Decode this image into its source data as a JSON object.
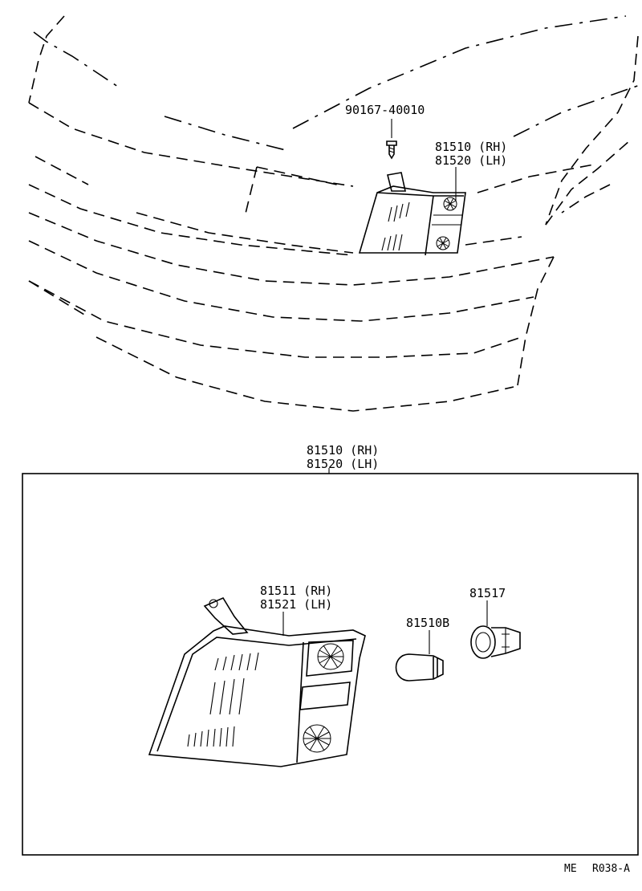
{
  "callouts": {
    "screw_part": "90167-40010",
    "lamp_assy_rh_top": "81510 (RH)",
    "lamp_assy_lh_top": "81520 (LH)",
    "lamp_assy_rh_box": "81510 (RH)",
    "lamp_assy_lh_box": "81520 (LH)",
    "lens_rh": "81511 (RH)",
    "lens_lh": "81521 (LH)",
    "bulb": "81510B",
    "socket": "81517"
  },
  "footer": {
    "code_prefix": "ME",
    "code": "R038-A"
  }
}
